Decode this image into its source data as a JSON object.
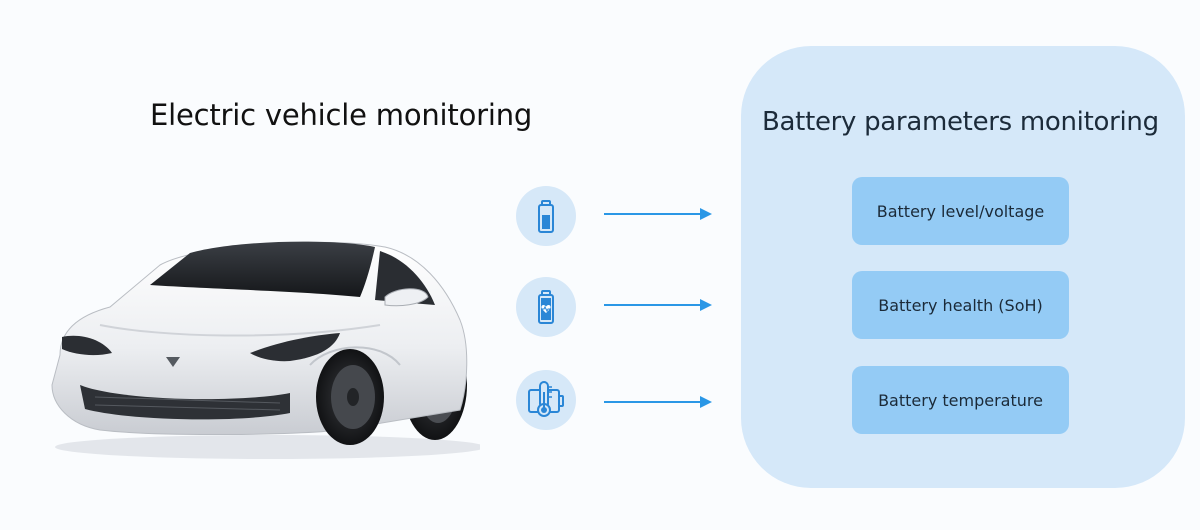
{
  "left_section": {
    "title": "Electric vehicle monitoring"
  },
  "right_panel": {
    "title": "Battery parameters monitoring",
    "parameters": [
      {
        "label": "Battery level/voltage",
        "icon": "battery-level-icon"
      },
      {
        "label": "Battery health (SoH)",
        "icon": "battery-health-icon"
      },
      {
        "label": "Battery temperature",
        "icon": "battery-temperature-icon"
      }
    ]
  },
  "colors": {
    "panel_bg": "#d5e8f9",
    "param_box_bg": "#94cbf5",
    "icon_circle_bg": "#d6e8f8",
    "icon_stroke": "#2a86d6",
    "arrow": "#2a97e6"
  }
}
